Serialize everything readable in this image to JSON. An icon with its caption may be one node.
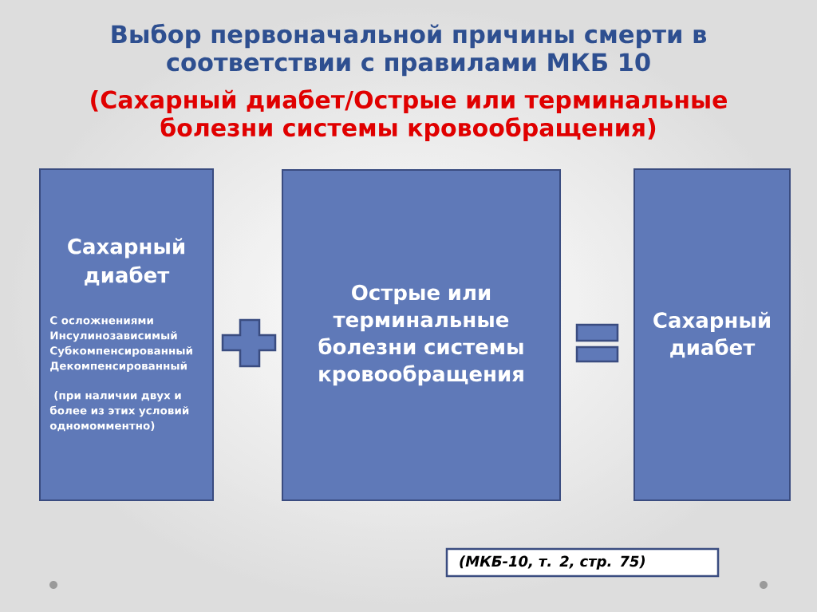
{
  "diagram": {
    "title": "Выбор первоначальной причины смерти в соответствии с правилами МКБ 10",
    "nodes": [
      {
        "text": [
          "Сахарный диабет",
          "С осложнениями",
          "Инсулинозависимый",
          "Субкомпенсированный",
          "Декомпенсированный",
          "(при наличии двух и более из этих условий одномомментно)"
        ]
      },
      {
        "text": [
          "Острые или терминальные болезни системы кровообращения"
        ]
      },
      {
        "text": [
          "Сахарный диабет"
        ]
      },
      {
        "text": [
          "(МКБ-10, т. 2, стр. 75)"
        ]
      }
    ],
    "labels": [
      "(Сахарный диабет/Острые или терминальные болезни системы кровообращения)"
    ]
  }
}
